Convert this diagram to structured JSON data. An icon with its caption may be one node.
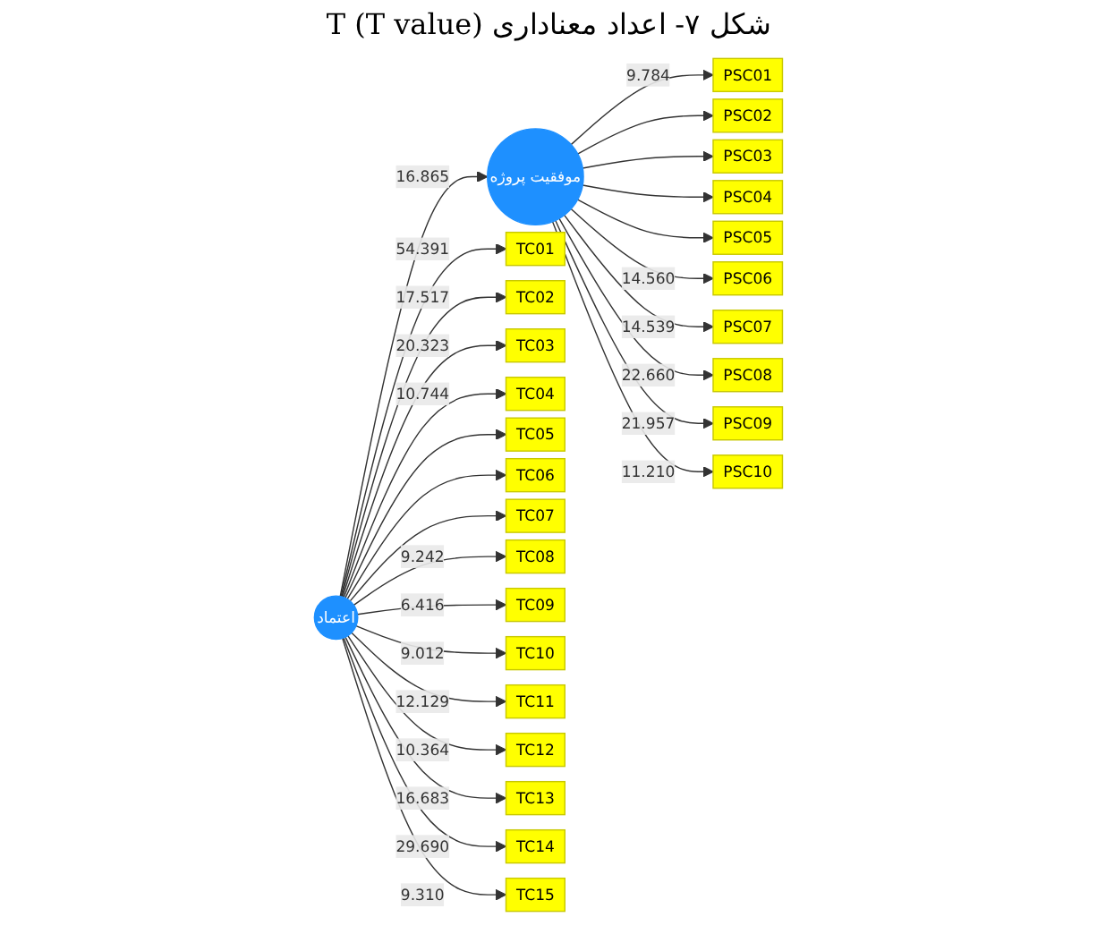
{
  "diagram": {
    "caption": "شکل ۷- اعداد معناداری T (T value)",
    "nodes": [
      {
        "text": [
          "اعتماد"
        ]
      },
      {
        "text": [
          "موفقیت پروژه"
        ]
      },
      {
        "text": [
          "TC01"
        ]
      },
      {
        "text": [
          "TC02"
        ]
      },
      {
        "text": [
          "TC03"
        ]
      },
      {
        "text": [
          "TC04"
        ]
      },
      {
        "text": [
          "TC05"
        ]
      },
      {
        "text": [
          "TC06"
        ]
      },
      {
        "text": [
          "TC07"
        ]
      },
      {
        "text": [
          "TC08"
        ]
      },
      {
        "text": [
          "TC09"
        ]
      },
      {
        "text": [
          "TC10"
        ]
      },
      {
        "text": [
          "TC11"
        ]
      },
      {
        "text": [
          "TC12"
        ]
      },
      {
        "text": [
          "TC13"
        ]
      },
      {
        "text": [
          "TC14"
        ]
      },
      {
        "text": [
          "TC15"
        ]
      },
      {
        "text": [
          "PSC01"
        ]
      },
      {
        "text": [
          "PSC02"
        ]
      },
      {
        "text": [
          "PSC03"
        ]
      },
      {
        "text": [
          "PSC04"
        ]
      },
      {
        "text": [
          "PSC05"
        ]
      },
      {
        "text": [
          "PSC06"
        ]
      },
      {
        "text": [
          "PSC07"
        ]
      },
      {
        "text": [
          "PSC08"
        ]
      },
      {
        "text": [
          "PSC09"
        ]
      },
      {
        "text": [
          "PSC10"
        ]
      }
    ],
    "edges": [
      {
        "from": 0,
        "to": 1,
        "arrow": "to",
        "label": "16.865"
      },
      {
        "from": 0,
        "to": 2,
        "arrow": "to",
        "label": "54.391"
      },
      {
        "from": 0,
        "to": 3,
        "arrow": "to",
        "label": "17.517"
      },
      {
        "from": 0,
        "to": 4,
        "arrow": "to",
        "label": "20.323"
      },
      {
        "from": 0,
        "to": 5,
        "arrow": "to",
        "label": "10.744"
      },
      {
        "from": 0,
        "to": 6,
        "arrow": "to"
      },
      {
        "from": 0,
        "to": 7,
        "arrow": "to"
      },
      {
        "from": 0,
        "to": 8,
        "arrow": "to"
      },
      {
        "from": 0,
        "to": 9,
        "arrow": "to",
        "label": "9.242"
      },
      {
        "from": 0,
        "to": 10,
        "arrow": "to",
        "label": "6.416"
      },
      {
        "from": 0,
        "to": 11,
        "arrow": "to",
        "label": "9.012"
      },
      {
        "from": 0,
        "to": 12,
        "arrow": "to",
        "label": "12.129"
      },
      {
        "from": 0,
        "to": 13,
        "arrow": "to",
        "label": "10.364"
      },
      {
        "from": 0,
        "to": 14,
        "arrow": "to",
        "label": "16.683"
      },
      {
        "from": 0,
        "to": 15,
        "arrow": "to",
        "label": "29.690"
      },
      {
        "from": 0,
        "to": 16,
        "arrow": "to",
        "label": "9.310"
      },
      {
        "from": 1,
        "to": 17,
        "arrow": "to",
        "label": "9.784"
      },
      {
        "from": 1,
        "to": 18,
        "arrow": "to"
      },
      {
        "from": 1,
        "to": 19,
        "arrow": "to"
      },
      {
        "from": 1,
        "to": 20,
        "arrow": "to"
      },
      {
        "from": 1,
        "to": 21,
        "arrow": "to"
      },
      {
        "from": 1,
        "to": 22,
        "arrow": "to",
        "label": "14.560"
      },
      {
        "from": 1,
        "to": 23,
        "arrow": "to",
        "label": "14.539"
      },
      {
        "from": 1,
        "to": 24,
        "arrow": "to",
        "label": "22.660"
      },
      {
        "from": 1,
        "to": 25,
        "arrow": "to",
        "label": "21.957"
      },
      {
        "from": 1,
        "to": 26,
        "arrow": "to",
        "label": "11.210"
      }
    ]
  }
}
